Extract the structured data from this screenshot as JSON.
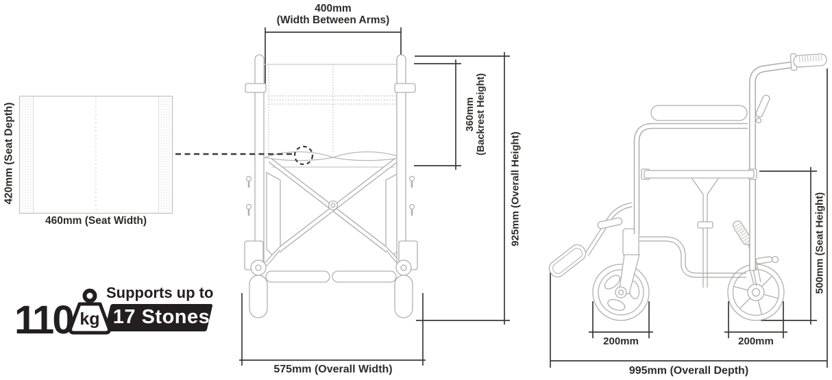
{
  "colors": {
    "line_art": "#b0afae",
    "dimension_lines": "#3a3836",
    "badge_black": "#231f20",
    "background": "#ffffff"
  },
  "seat_top_view": {
    "depth": "420mm (Seat Depth)",
    "width": "460mm (Seat Width)"
  },
  "front_view": {
    "arm_width_value": "400mm",
    "arm_width_caption": "(Width Between Arms)",
    "backrest_value": "360mm",
    "backrest_caption": "(Backrest Height)",
    "overall_height": "925mm (Overall Height)",
    "overall_width": "575mm (Overall Width)"
  },
  "side_view": {
    "seat_height": "500mm (Seat Height)",
    "front_wheel": "200mm",
    "rear_wheel": "200mm",
    "overall_depth": "995mm (Overall Depth)"
  },
  "capacity_badge": {
    "weight": "110",
    "unit": "kg",
    "caption": "Supports up to",
    "equivalent": "17 Stones"
  }
}
